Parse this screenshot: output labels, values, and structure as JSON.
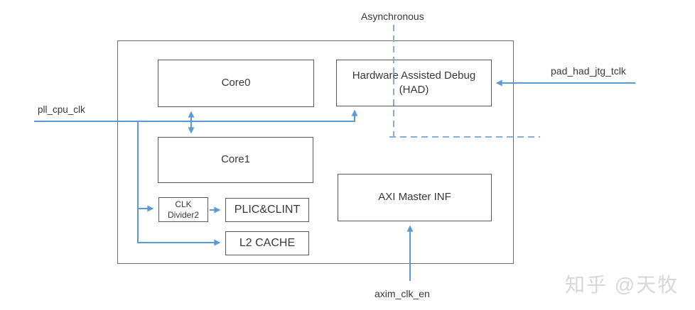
{
  "colors": {
    "arrow_blue": "#5b9bd5",
    "dashed_blue": "#85aed8",
    "box_border": "#595959",
    "outer_border": "#6e6e6e",
    "text": "#383838",
    "watermark": "#d7d7d7"
  },
  "diagram": {
    "blocks": {
      "core0": "Core0",
      "core1": "Core1",
      "had": "Hardware Assisted Debug (HAD)",
      "axi_master": "AXI Master INF",
      "clk_divider": "CLK Divider2",
      "plic_clint": "PLIC&CLINT",
      "l2_cache": "L2 CACHE"
    },
    "labels": {
      "asynchronous": "Asynchronous",
      "pll_cpu_clk": "pll_cpu_clk",
      "pad_had_jtg_tclk": "pad_had_jtg_tclk",
      "axim_clk_en": "axim_clk_en"
    }
  },
  "watermark": "知乎 @天牧"
}
